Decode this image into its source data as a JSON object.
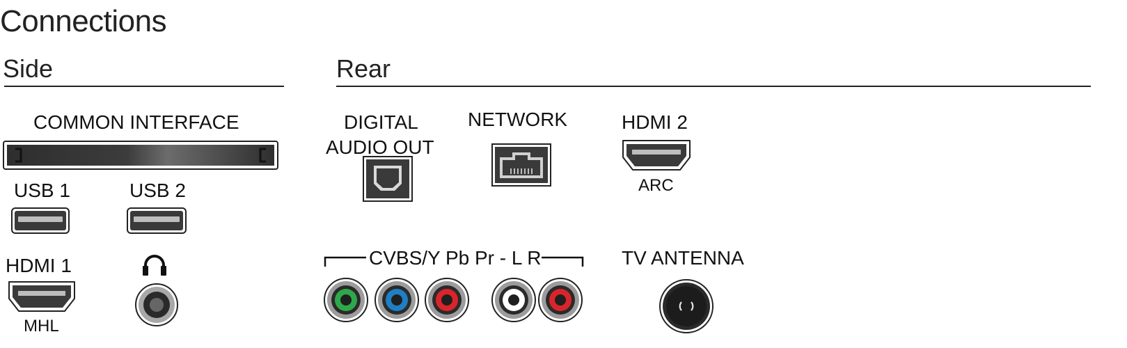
{
  "title": "Connections",
  "sections": {
    "side": "Side",
    "rear": "Rear"
  },
  "side": {
    "common_interface": "COMMON INTERFACE",
    "usb1": "USB 1",
    "usb2": "USB 2",
    "hdmi1": "HDMI 1",
    "hdmi1_sub": "MHL"
  },
  "rear": {
    "digital_audio_line1": "DIGITAL",
    "digital_audio_line2": "AUDIO OUT",
    "network": "NETWORK",
    "hdmi2": "HDMI 2",
    "hdmi2_sub": "ARC",
    "av_label": "CVBS/Y Pb Pr - L R",
    "tv_antenna": "TV ANTENNA"
  },
  "icons": {
    "headphone": "headphone-icon",
    "antenna_symbol": "coax-icon"
  },
  "colors": {
    "green": "#2fa84a",
    "blue": "#1e7fc4",
    "red": "#d8252b",
    "white": "#ffffff",
    "port_dark": "#3a3a3a"
  }
}
